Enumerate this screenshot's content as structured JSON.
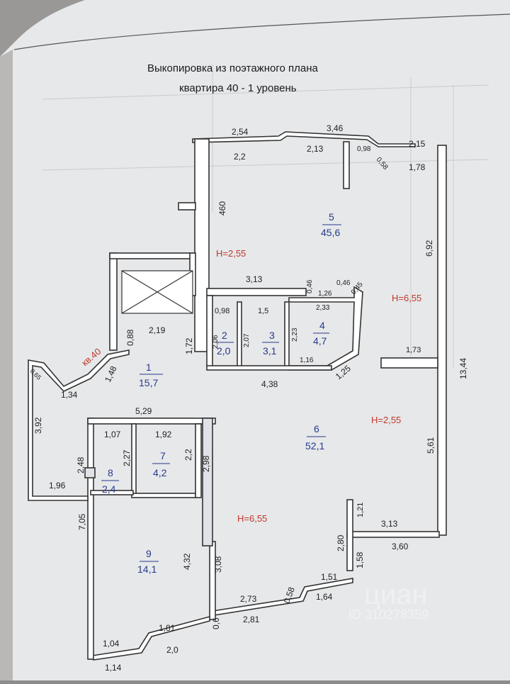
{
  "title": {
    "line1": "Выкопировка из поэтажного плана",
    "line2": "квартира 40 - 1 уровень"
  },
  "apartment_label": "кв.40",
  "rooms": [
    {
      "num": "1",
      "area": "15,7"
    },
    {
      "num": "2",
      "area": "2,0"
    },
    {
      "num": "3",
      "area": "3,1"
    },
    {
      "num": "4",
      "area": "4,7"
    },
    {
      "num": "5",
      "area": "45,6"
    },
    {
      "num": "6",
      "area": "52,1"
    },
    {
      "num": "7",
      "area": "4,2"
    },
    {
      "num": "8",
      "area": "2,4"
    },
    {
      "num": "9",
      "area": "14,1"
    }
  ],
  "heights": [
    "H=2,55",
    "H=6,55",
    "H=2,55",
    "H=6,55"
  ],
  "dimensions": {
    "top": [
      "2,54",
      "3,46",
      "2,2",
      "2,13",
      "0,98",
      "0,58",
      "2,15",
      "1,78"
    ],
    "room5": [
      "460",
      "6,92",
      "3,13",
      "0,46",
      "1,26",
      "0,46",
      "0,45",
      "2,33"
    ],
    "small_rooms": [
      "0,98",
      "1,5",
      "2,06",
      "2,07",
      "2,23",
      "1,16",
      "1,25",
      "4,38",
      "1,72"
    ],
    "hall": [
      "0,88",
      "2,19",
      "1,48",
      "0,65",
      "1,34",
      "3,92",
      "1,96",
      "5,29"
    ],
    "right": [
      "1,73",
      "13,44",
      "5,61",
      "3,13",
      "3,60",
      "1,21",
      "2,80",
      "1,58"
    ],
    "room78": [
      "1,07",
      "1,92",
      "2,48",
      "2,27",
      "2,2",
      "2,98"
    ],
    "room9": [
      "7,05",
      "4,32",
      "3,08",
      "1,81",
      "1,04",
      "2,0",
      "1,14",
      "0,6"
    ],
    "bottom": [
      "2,73",
      "0,58",
      "1,51",
      "2,81",
      "1,64"
    ]
  },
  "watermark": {
    "brand": "циан",
    "id": "ID 310278359"
  }
}
